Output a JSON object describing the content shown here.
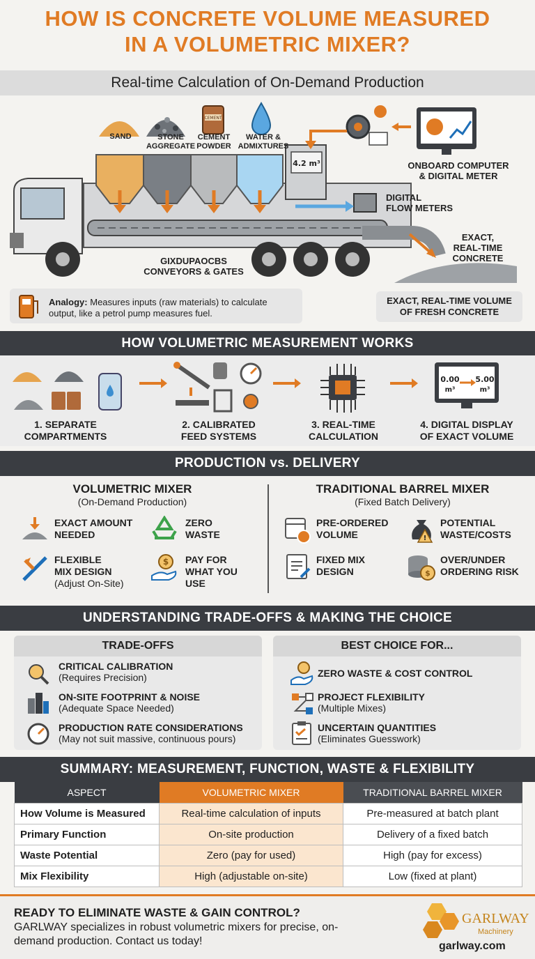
{
  "title": {
    "line1": "HOW IS CONCRETE VOLUME MEASURED",
    "line2": "IN A VOLUMETRIC MIXER?"
  },
  "subtitle": "Real-time Calculation of On-Demand Production",
  "hero": {
    "materials": [
      {
        "line1": "SAND",
        "line2": ""
      },
      {
        "line1": "STONE",
        "line2": "AGGREGATE"
      },
      {
        "line1": "CEMENT",
        "line2": "POWDER"
      },
      {
        "line1": "WATER &",
        "line2": "ADMIXTURES"
      }
    ],
    "cement_bag_text": "CEMENT",
    "meter_reading": "4.2 m³",
    "onboard": {
      "line1": "ONBOARD COMPUTER",
      "line2": "& DIGITAL METER"
    },
    "flow": {
      "line1": "DIGITAL",
      "line2": "FLOW METERS"
    },
    "exact": {
      "line1": "EXACT,",
      "line2": "REAL-TIME",
      "line3": "CONCRETE"
    },
    "conveyor": {
      "line1": "GIXDUPAOCBS",
      "line2": "CONVEYORS & GATES"
    },
    "analogy_label": "Analogy:",
    "analogy_text": " Measures inputs (raw materials) to calculate output, like a petrol pump measures fuel.",
    "exact_box": {
      "line1": "EXACT, REAL-TIME VOLUME",
      "line2": "OF FRESH CONCRETE"
    }
  },
  "how_works": {
    "title": "HOW VOLUMETRIC MEASUREMENT WORKS",
    "steps": [
      {
        "line1": "1. SEPARATE",
        "line2": "COMPARTMENTS"
      },
      {
        "line1": "2. CALIBRATED",
        "line2": "FEED SYSTEMS"
      },
      {
        "line1": "3. REAL-TIME",
        "line2": "CALCULATION"
      },
      {
        "line1": "4. DIGITAL DISPLAY",
        "line2": "OF EXACT VOLUME"
      }
    ],
    "display": {
      "from": "0.00",
      "to": "5.00",
      "unit": "m³"
    }
  },
  "production": {
    "title": "PRODUCTION vs. DELIVERY",
    "volumetric": {
      "heading": "VOLUMETRIC MIXER",
      "sub": "(On-Demand Production)",
      "features": [
        {
          "line1": "EXACT AMOUNT",
          "line2": "NEEDED",
          "line3": ""
        },
        {
          "line1": "ZERO",
          "line2": "WASTE",
          "line3": ""
        },
        {
          "line1": "FLEXIBLE",
          "line2": "MIX DESIGN",
          "line3": "(Adjust On-Site)"
        },
        {
          "line1": "PAY FOR",
          "line2": "WHAT YOU",
          "line3": "USE"
        }
      ]
    },
    "traditional": {
      "heading": "TRADITIONAL BARREL MIXER",
      "sub": "(Fixed Batch Delivery)",
      "features": [
        {
          "line1": "PRE-ORDERED",
          "line2": "VOLUME"
        },
        {
          "line1": "POTENTIAL",
          "line2": "WASTE/COSTS"
        },
        {
          "line1": "FIXED MIX",
          "line2": "DESIGN"
        },
        {
          "line1": "OVER/UNDER",
          "line2": "ORDERING RISK"
        }
      ]
    }
  },
  "tradeoffs": {
    "title": "UNDERSTANDING TRADE-OFFS & MAKING THE CHOICE",
    "left": {
      "heading": "TRADE-OFFS",
      "items": [
        {
          "title": "CRITICAL CALIBRATION",
          "sub": "(Requires Precision)"
        },
        {
          "title": "ON-SITE FOOTPRINT & NOISE",
          "sub": "(Adequate Space Needed)"
        },
        {
          "title": "PRODUCTION RATE CONSIDERATIONS",
          "sub": "(May not suit massive, continuous pours)"
        }
      ]
    },
    "right": {
      "heading": "BEST CHOICE FOR...",
      "items": [
        {
          "title": "ZERO WASTE & COST CONTROL",
          "sub": ""
        },
        {
          "title": "PROJECT FLEXIBILITY",
          "sub": "(Multiple Mixes)"
        },
        {
          "title": "UNCERTAIN QUANTITIES",
          "sub": "(Eliminates Guesswork)"
        }
      ]
    }
  },
  "summary": {
    "title": "SUMMARY: MEASUREMENT, FUNCTION, WASTE & FLEXIBILITY",
    "headers": [
      "ASPECT",
      "VOLUMETRIC MIXER",
      "TRADITIONAL BARREL MIXER"
    ],
    "rows": [
      [
        "How Volume is Measured",
        "Real-time calculation of inputs",
        "Pre-measured at batch plant"
      ],
      [
        "Primary Function",
        "On-site production",
        "Delivery of a fixed batch"
      ],
      [
        "Waste Potential",
        "Zero (pay for used)",
        "High (pay for excess)"
      ],
      [
        "Mix Flexibility",
        "High (adjustable on-site)",
        "Low (fixed at plant)"
      ]
    ]
  },
  "footer": {
    "heading": "READY TO ELIMINATE WASTE & GAIN CONTROL?",
    "text": "GARLWAY specializes in robust volumetric mixers for precise, on-demand production. Contact us today!",
    "logo_name": "GARLWAY",
    "logo_sub": "Machinery",
    "url": "garlway.com"
  },
  "colors": {
    "accent": "#e07b24",
    "dark": "#3a3d42",
    "light": "#dcdcdc",
    "highlight": "#fbe6cf"
  }
}
